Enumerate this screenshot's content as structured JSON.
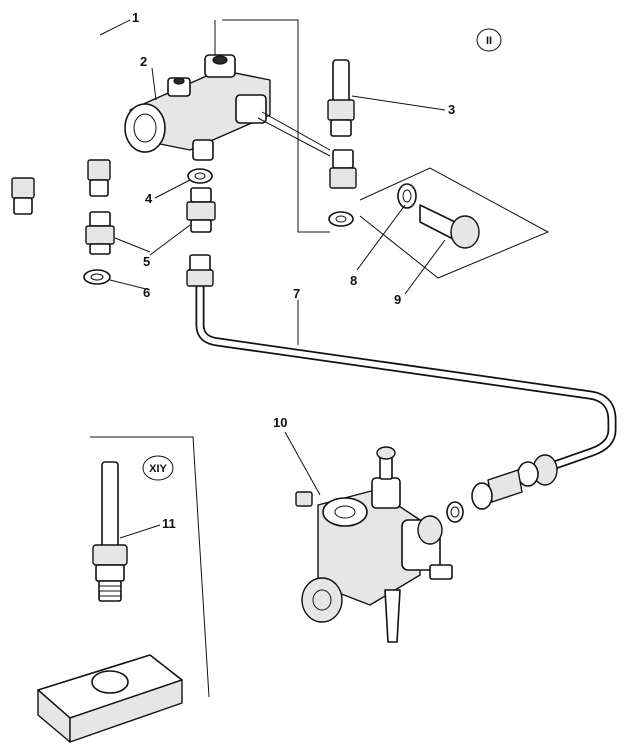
{
  "view_badges": {
    "top": "II",
    "bottom": "XIY"
  },
  "callouts": {
    "c1": "1",
    "c2": "2",
    "c3": "3",
    "c4": "4",
    "c5": "5",
    "c6": "6",
    "c7": "7",
    "c8": "8",
    "c9": "9",
    "c10": "10",
    "c11": "11"
  },
  "colors": {
    "line": "#111111",
    "fill": "#ffffff",
    "shade": "#e6e6e6"
  }
}
